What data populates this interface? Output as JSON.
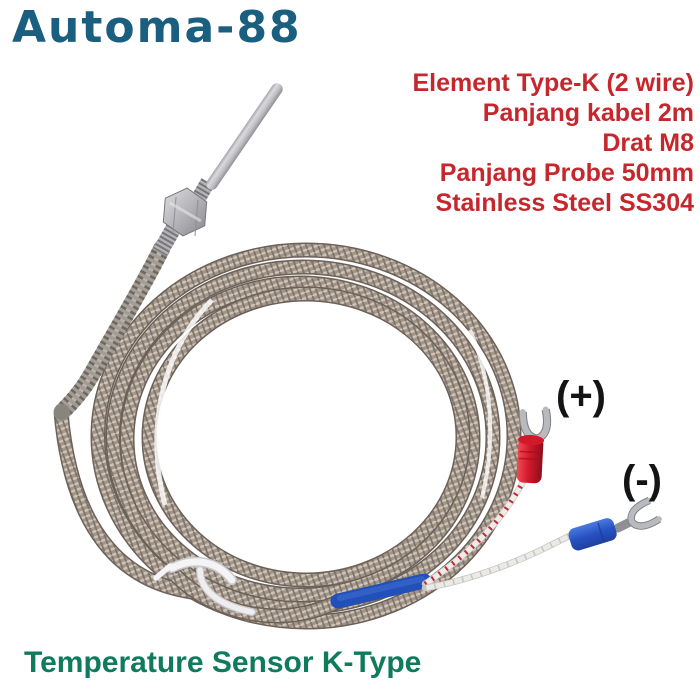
{
  "brand": {
    "name": "Automa-88"
  },
  "specs": [
    "Element Type-K (2 wire)",
    "Panjang kabel 2m",
    "Drat M8",
    "Panjang Probe 50mm",
    "Stainless Steel SS304"
  ],
  "labels": {
    "positive": "(+)",
    "negative": "(-)"
  },
  "caption": {
    "text": "Temperature Sensor K-Type"
  },
  "colors": {
    "brand_teal": "#1a5e80",
    "spec_red": "#c5272d",
    "caption_green": "#0f7b5c",
    "label_black": "#141414",
    "terminal_red": "#d41a2c",
    "terminal_blue": "#2752c2",
    "cable_braid": "#a2958a",
    "steel": "#b9babe"
  }
}
